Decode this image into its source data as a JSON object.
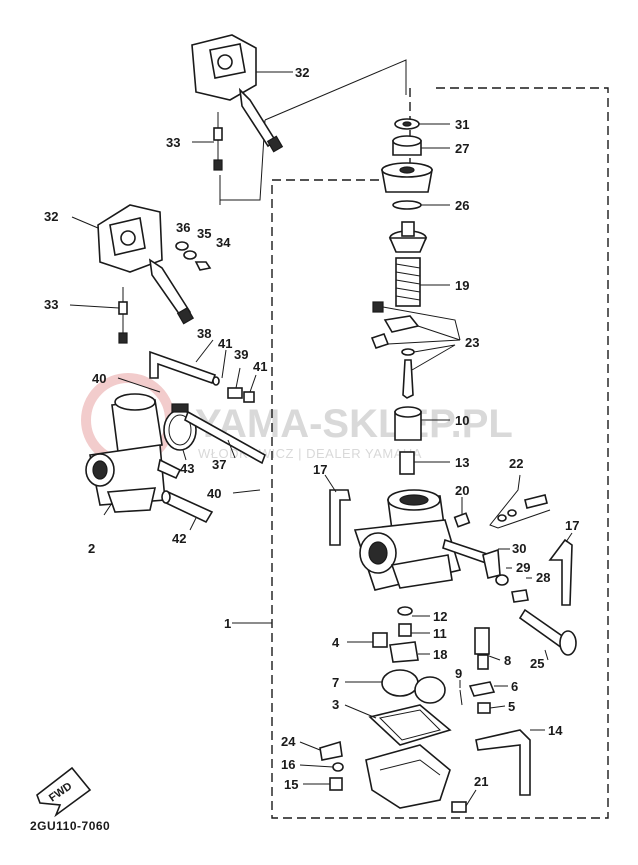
{
  "watermark": {
    "main": "YAMA-SKLEP.PL",
    "sub": "WŁODKOWICZ | DEALER YAMAHA"
  },
  "drawing_code": "2GU110-7060",
  "fwd_label": "FWD",
  "callouts": [
    "1",
    "2",
    "3",
    "4",
    "5",
    "6",
    "7",
    "8",
    "9",
    "10",
    "11",
    "12",
    "13",
    "14",
    "15",
    "16",
    "17",
    "18",
    "19",
    "20",
    "21",
    "22",
    "23",
    "24",
    "25",
    "26",
    "27",
    "28",
    "29",
    "30",
    "31",
    "32",
    "33",
    "34",
    "35",
    "36",
    "37",
    "38",
    "39",
    "40",
    "41",
    "42",
    "43"
  ],
  "labels": {
    "l32a": "32",
    "l33a": "33",
    "l31": "31",
    "l27": "27",
    "l26": "26",
    "l32b": "32",
    "l36": "36",
    "l35": "35",
    "l34": "34",
    "l19": "19",
    "l33b": "33",
    "l23": "23",
    "l38": "38",
    "l41a": "41",
    "l39": "39",
    "l41b": "41",
    "l40a": "40",
    "l10": "10",
    "l43": "43",
    "l37": "37",
    "l13": "13",
    "l17a": "17",
    "l22": "22",
    "l40b": "40",
    "l20": "20",
    "l2": "2",
    "l42": "42",
    "l17b": "17",
    "l30": "30",
    "l29": "29",
    "l28": "28",
    "l1": "1",
    "l12": "12",
    "l11": "11",
    "l4": "4",
    "l18": "18",
    "l8": "8",
    "l9": "9",
    "l7": "7",
    "l6": "6",
    "l3": "3",
    "l5": "5",
    "l14": "14",
    "l24": "24",
    "l16": "16",
    "l15": "15",
    "l21": "21",
    "l25": "25"
  }
}
